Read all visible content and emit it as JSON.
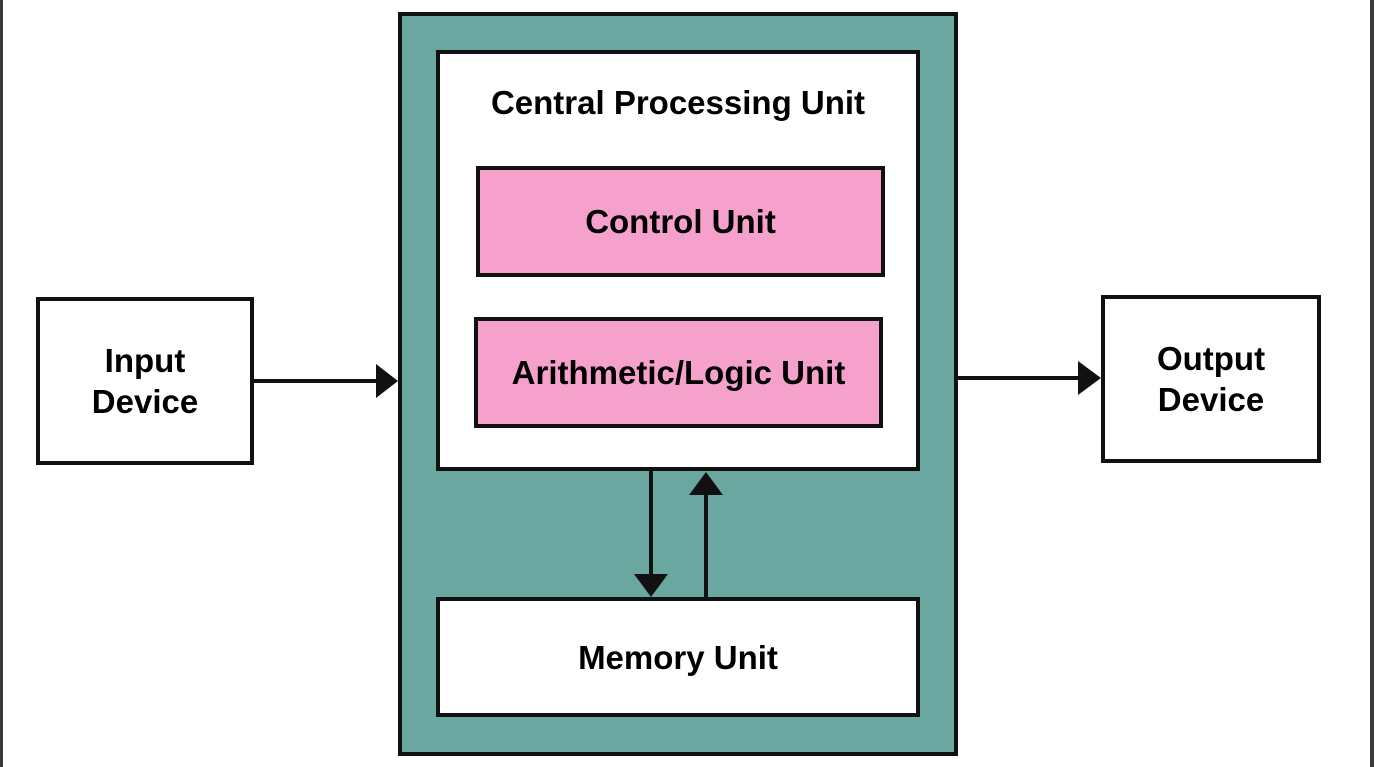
{
  "colors": {
    "outer_fill": "#6aa7a0",
    "unit_fill": "#f6a0cc",
    "device_fill": "#ffffff",
    "border": "#111111",
    "arrow": "#111111"
  },
  "input_device": {
    "label_line1": "Input",
    "label_line2": "Device"
  },
  "output_device": {
    "label_line1": "Output",
    "label_line2": "Device"
  },
  "cpu": {
    "title": "Central Processing Unit",
    "control_unit": "Control Unit",
    "alu": "Arithmetic/Logic Unit"
  },
  "memory_unit": "Memory Unit",
  "edges": [
    {
      "from": "Input Device",
      "to": "Central Processing Unit"
    },
    {
      "from": "Central Processing Unit",
      "to": "Output Device"
    },
    {
      "from": "Central Processing Unit",
      "to": "Memory Unit"
    },
    {
      "from": "Memory Unit",
      "to": "Central Processing Unit"
    }
  ]
}
